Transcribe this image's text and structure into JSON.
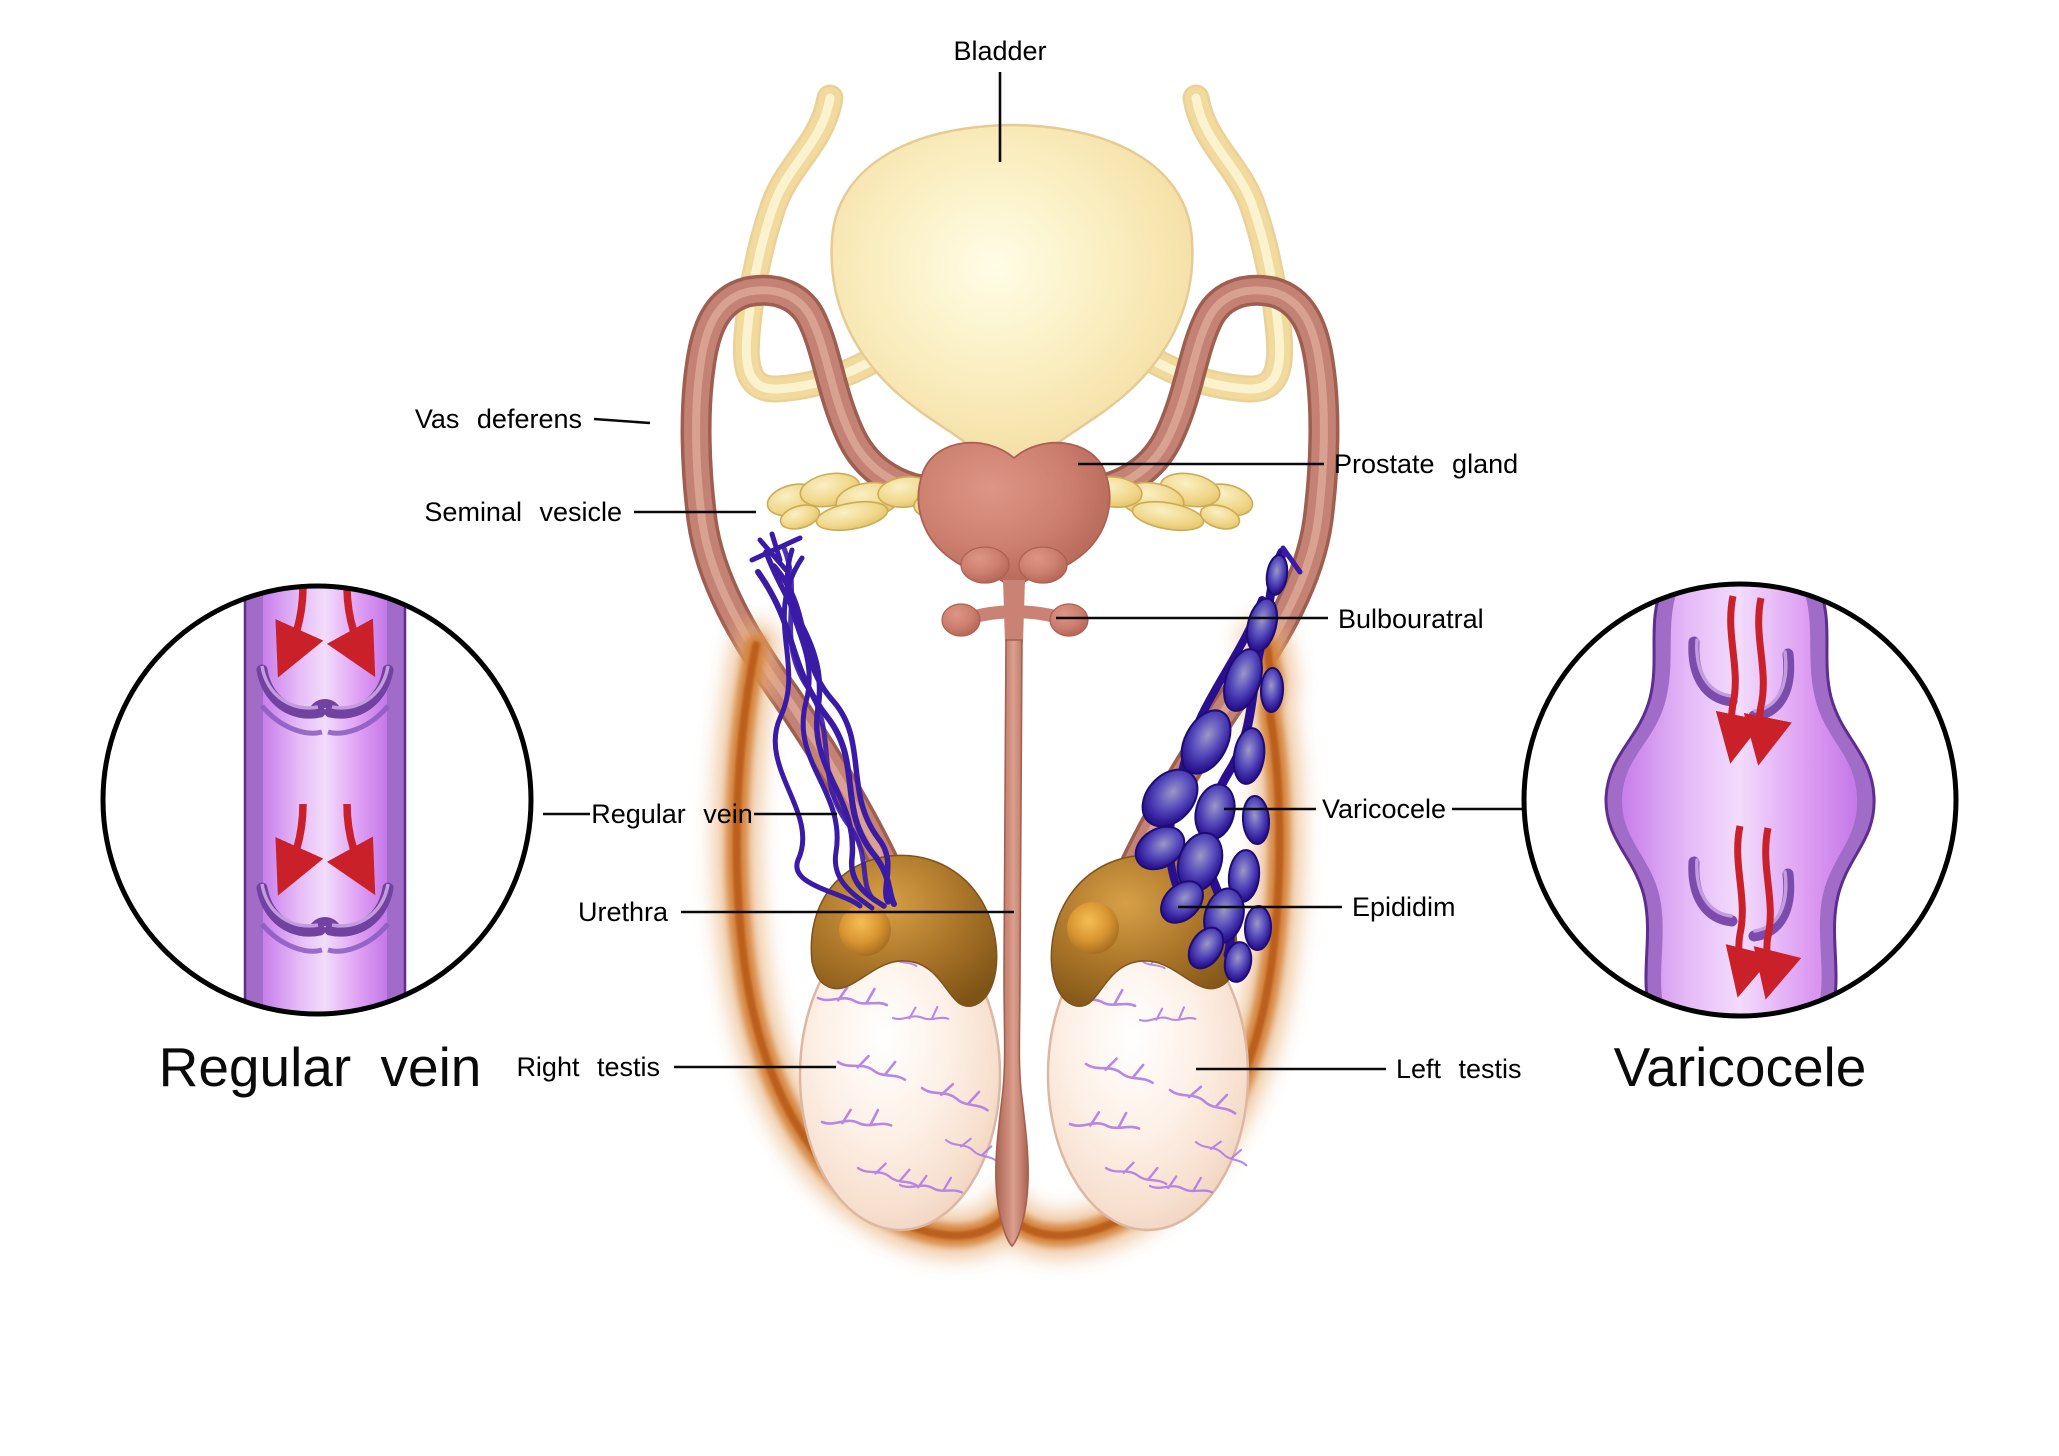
{
  "diagram": {
    "background": "#ffffff",
    "annotations": {
      "bladder": "Bladder",
      "vas_deferens": "Vas deferens",
      "seminal_vesicle": "Seminal vesicle",
      "prostate_gland": "Prostate gland",
      "bulbouratral": "Bulbouratral",
      "regular_vein": "Regular vein",
      "urethra": "Urethra",
      "varicocele": "Varicocele",
      "epididim": "Epididim",
      "right_testis": "Right testis",
      "left_testis": "Left testis"
    },
    "insets": {
      "left": {
        "caption": "Regular vein"
      },
      "right": {
        "caption": "Varicocele"
      }
    },
    "palette": {
      "bladder": "#F7E7B9",
      "ureter": "#F2DC9C",
      "vas_deferens": "#C38273",
      "prostate": "#C97B6B",
      "seminal_vesicle": "#F2DB96",
      "urethra": "#C28375",
      "scrotum_outline": "#C2692B",
      "testis": "#F8E3D6",
      "testis_veins": "#AF7CE5",
      "epididymis": "#A9742B",
      "vein_plexus": "#3A1BA6",
      "inset_vein_wall": "#A06CC8",
      "inset_vein_lumen": "#E3AAF5",
      "flow_arrow": "#C9202A",
      "label_text": "#000000",
      "inset_circle_stroke": "#000000"
    }
  }
}
